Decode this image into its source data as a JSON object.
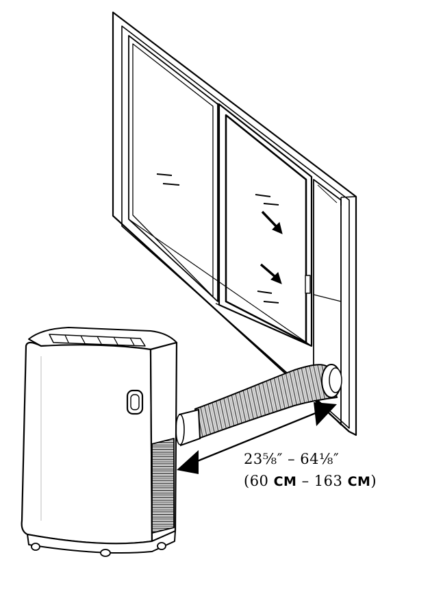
{
  "dimension": {
    "imperial_min": "23⅝″",
    "imperial_separator": " – ",
    "imperial_max": "64⅛″",
    "metric_open": "(60 ",
    "metric_unit_1": "CM",
    "metric_mid": " – 163 ",
    "metric_unit_2": "CM",
    "metric_close": ")"
  },
  "colors": {
    "line": "#000000",
    "background": "#ffffff",
    "hose_fill": "#d8d8d8"
  },
  "icons": [
    "window-frame-icon",
    "glass-reflection-icon",
    "airflow-arrow-icon",
    "portable-air-conditioner-icon",
    "exhaust-hose-icon",
    "measurement-double-arrow-icon"
  ]
}
